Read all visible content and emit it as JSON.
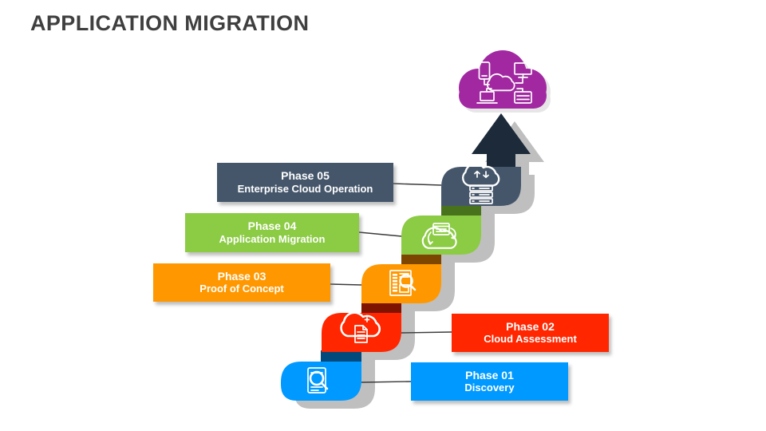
{
  "slide": {
    "title": "APPLICATION MIGRATION",
    "title_color": "#3F3F3F",
    "background": "#FFFFFF"
  },
  "cloud": {
    "icon": "cloud-network-icon",
    "color": "#A228A2"
  },
  "arrow": {
    "icon": "up-arrow",
    "color": "#1C2A3A"
  },
  "diagram": {
    "shadow_color": "#BFBFBF",
    "connector_color": "#3A3A3A",
    "icon_color": "#FFFFFF"
  },
  "phases": [
    {
      "number": "Phase 01",
      "name": "Discovery",
      "color": "#0099FF",
      "riser_color": "#02497C",
      "icon": "document-search-icon",
      "label_side": "right"
    },
    {
      "number": "Phase 02",
      "name": "Cloud Assessment",
      "color": "#FF2600",
      "riser_color": "#7E1300",
      "icon": "cloud-document-icon",
      "label_side": "right"
    },
    {
      "number": "Phase 03",
      "name": "Proof of Concept",
      "color": "#FF9800",
      "riser_color": "#7C4600",
      "icon": "report-magnifier-icon",
      "label_side": "left"
    },
    {
      "number": "Phase 04",
      "name": "Application Migration",
      "color": "#8CCB44",
      "riser_color": "#48721C",
      "icon": "cloud-migration-icon",
      "label_side": "left"
    },
    {
      "number": "Phase 05",
      "name": "Enterprise Cloud Operation",
      "color": "#45566B",
      "icon": "cloud-server-icon",
      "label_side": "left"
    }
  ]
}
